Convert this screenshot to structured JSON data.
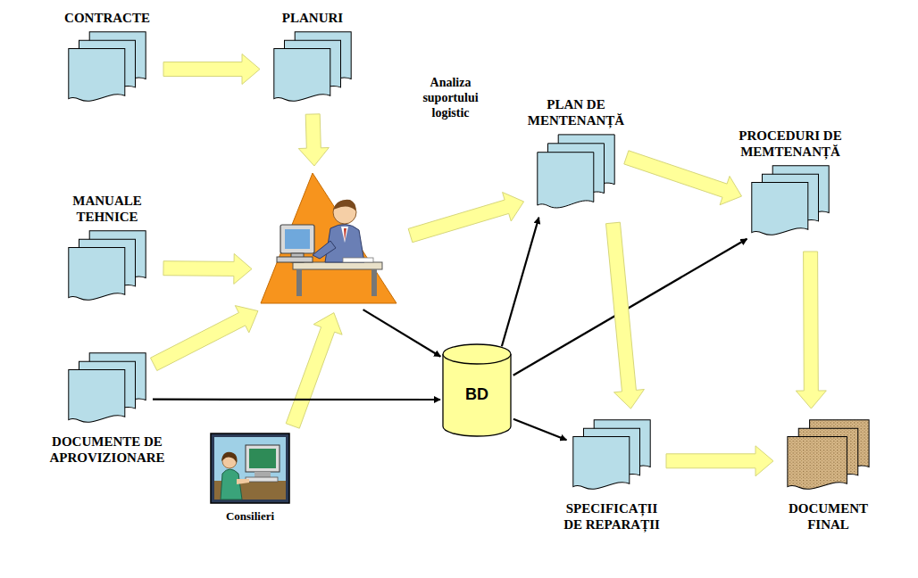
{
  "diagram": {
    "nodes": [
      {
        "text": [
          "CONTRACTE"
        ]
      },
      {
        "text": [
          "PLANURI"
        ]
      },
      {
        "text": [
          "MANUALE TEHNICE"
        ]
      },
      {
        "text": []
      },
      {
        "text": [
          "DOCUMENTE DE APROVIZIONARE"
        ]
      },
      {
        "text": [
          "Consilieri"
        ]
      },
      {
        "text": [
          "BD"
        ]
      },
      {
        "text": [
          "PLAN DE MENTENANȚĂ"
        ]
      },
      {
        "text": [
          "PROCEDURI DE MEMTENANȚĂ"
        ]
      },
      {
        "text": [
          "SPECIFICAȚII DE REPARAȚII"
        ]
      },
      {
        "text": [
          "DOCUMENT FINAL"
        ]
      }
    ],
    "edges": [
      {
        "from": 0,
        "to": 1,
        "arrow": "to"
      },
      {
        "from": 1,
        "to": 3,
        "arrow": "to"
      },
      {
        "from": 2,
        "to": 3,
        "arrow": "to"
      },
      {
        "from": 4,
        "to": 3,
        "arrow": "to"
      },
      {
        "from": 5,
        "to": 3,
        "arrow": "to"
      },
      {
        "from": 3,
        "to": 7,
        "label": "Analiza suportului logistic",
        "arrow": "to"
      },
      {
        "from": 3,
        "to": 6,
        "arrow": "to"
      },
      {
        "from": 4,
        "to": 6,
        "arrow": "to"
      },
      {
        "from": 6,
        "to": 7,
        "arrow": "to"
      },
      {
        "from": 6,
        "to": 8,
        "arrow": "to"
      },
      {
        "from": 6,
        "to": 9,
        "arrow": "to"
      },
      {
        "from": 7,
        "to": 8,
        "arrow": "to"
      },
      {
        "from": 7,
        "to": 9,
        "arrow": "to"
      },
      {
        "from": 8,
        "to": 10,
        "arrow": "to"
      },
      {
        "from": 9,
        "to": 10,
        "arrow": "to"
      }
    ]
  }
}
